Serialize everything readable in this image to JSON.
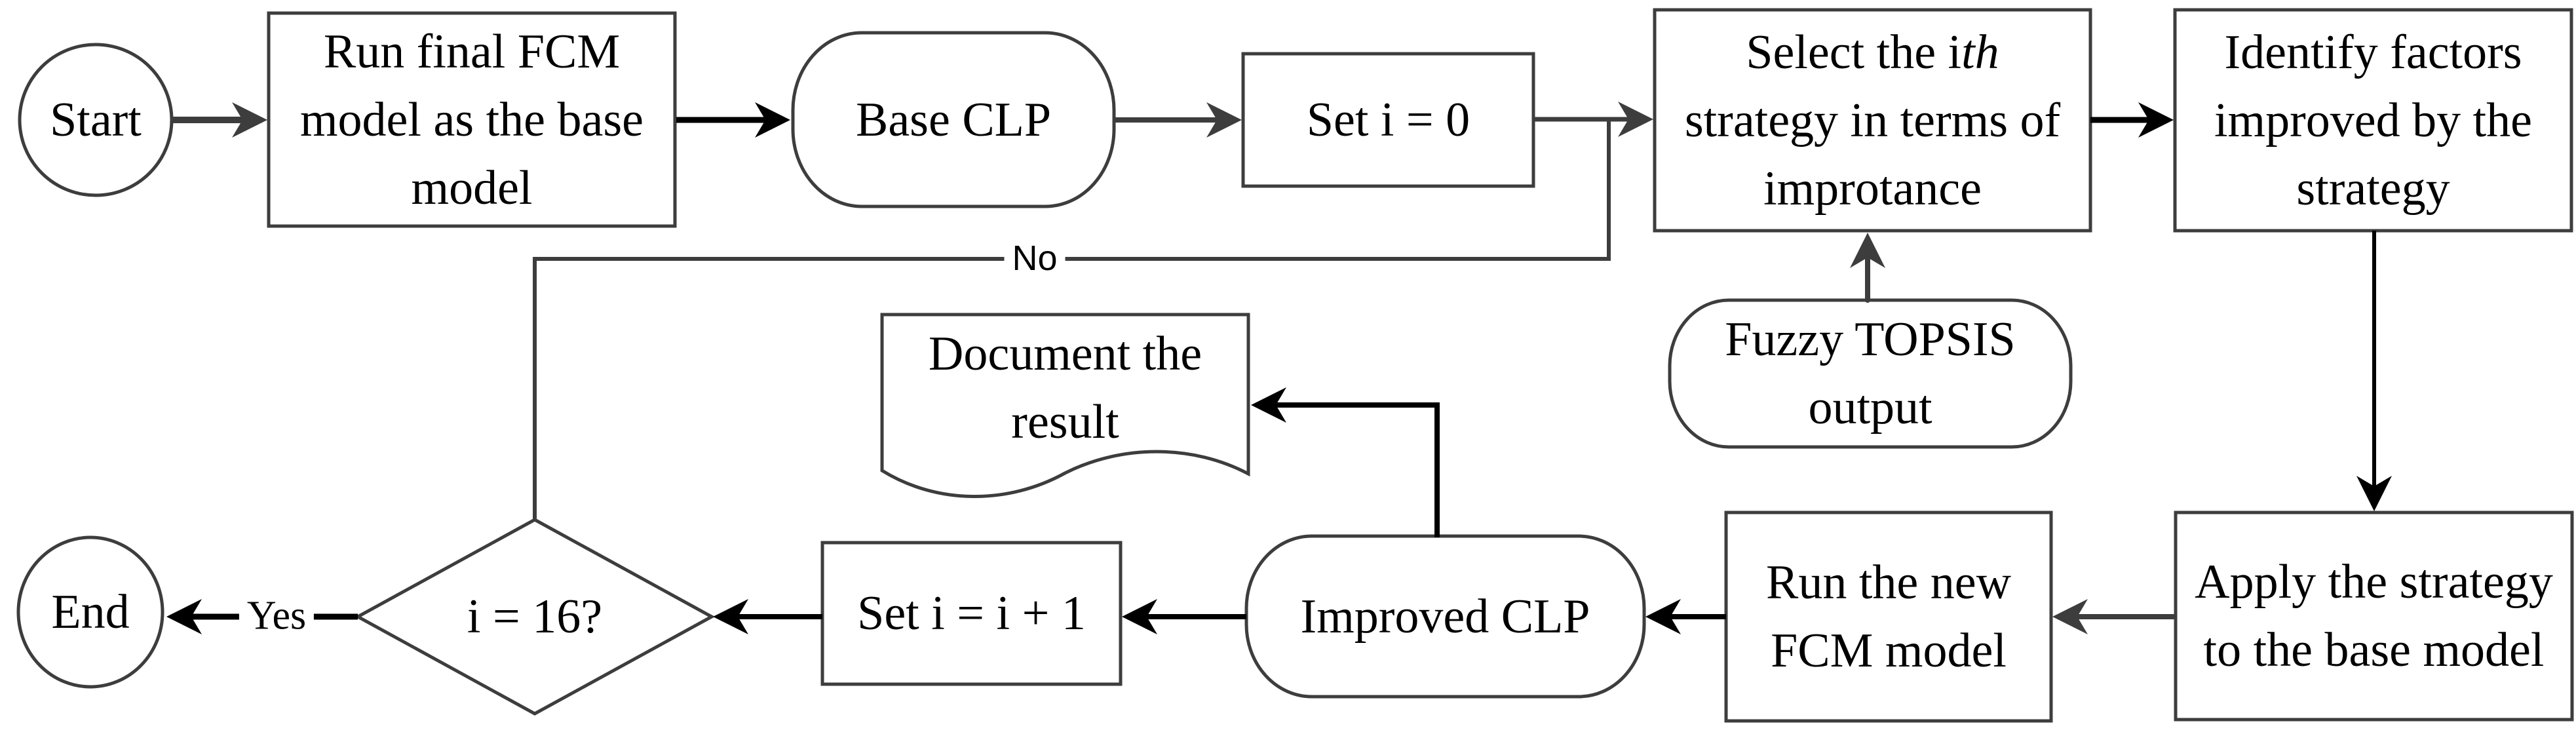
{
  "palette": {
    "line_gray": "#3d3d3d",
    "line_black": "#000000",
    "shape_fill": "#ffffff",
    "text_color": "#000000",
    "background": "#ffffff"
  },
  "nodes": {
    "start": {
      "shape": "circle",
      "label": "Start"
    },
    "run_final": {
      "shape": "rect",
      "lines": [
        "Run final FCM",
        "model as the base",
        "model"
      ]
    },
    "base_clp": {
      "shape": "stadium",
      "label": "Base CLP"
    },
    "set_i0": {
      "shape": "rect",
      "label": "Set i = 0"
    },
    "select_strategy": {
      "shape": "rect",
      "line1_pre": "Select the i",
      "line1_italic": "th",
      "line2": "strategy in terms of",
      "line3": "improtance"
    },
    "identify_factors": {
      "shape": "rect",
      "lines": [
        "Identify factors",
        "improved by the",
        "strategy"
      ]
    },
    "fuzzy_topsis": {
      "shape": "stadium",
      "lines": [
        "Fuzzy TOPSIS",
        "output"
      ]
    },
    "document_result": {
      "shape": "document",
      "lines": [
        "Document the",
        "result"
      ]
    },
    "apply_strategy": {
      "shape": "rect",
      "lines": [
        "Apply the strategy",
        "to the base model"
      ]
    },
    "run_new_fcm": {
      "shape": "rect",
      "lines": [
        "Run the new",
        "FCM model"
      ]
    },
    "improved_clp": {
      "shape": "stadium",
      "label": "Improved CLP"
    },
    "set_increment": {
      "shape": "rect",
      "label": "Set i = i + 1"
    },
    "decision": {
      "shape": "diamond",
      "label": "i = 16?"
    },
    "end": {
      "shape": "circle",
      "label": "End"
    }
  },
  "edge_labels": {
    "yes": "Yes",
    "no": "No"
  }
}
